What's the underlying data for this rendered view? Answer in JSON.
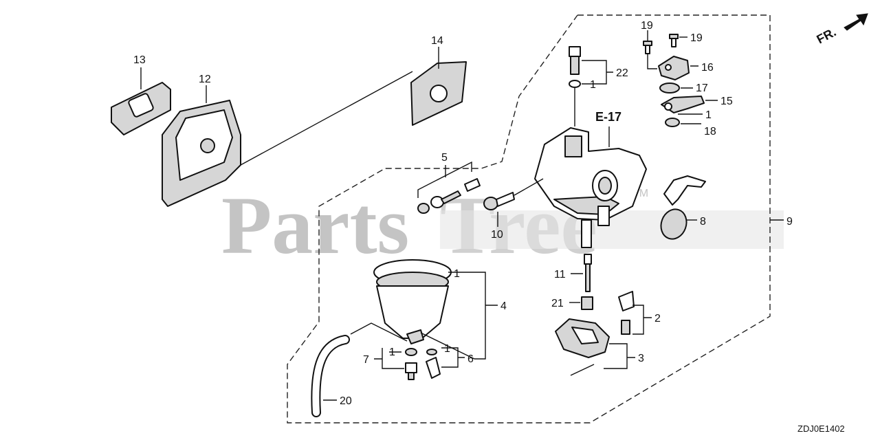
{
  "watermark": {
    "left": "Parts",
    "right": "Tree",
    "tm": "TM",
    "color": "#bfbfbf"
  },
  "direction": {
    "label": "FR."
  },
  "reference": {
    "label": "E-17"
  },
  "diagram_code": "ZDJ0E1402",
  "callouts": {
    "n1a": "1",
    "n1b": "1",
    "n1c": "1",
    "n1d": "1",
    "n1e": "1",
    "n2": "2",
    "n3": "3",
    "n4": "4",
    "n5": "5",
    "n6": "6",
    "n7": "7",
    "n8": "8",
    "n9": "9",
    "n10": "10",
    "n11": "11",
    "n12": "12",
    "n13": "13",
    "n14": "14",
    "n15": "15",
    "n16": "16",
    "n17": "17",
    "n18": "18",
    "n19a": "19",
    "n19b": "19",
    "n20": "20",
    "n21": "21",
    "n22": "22"
  }
}
